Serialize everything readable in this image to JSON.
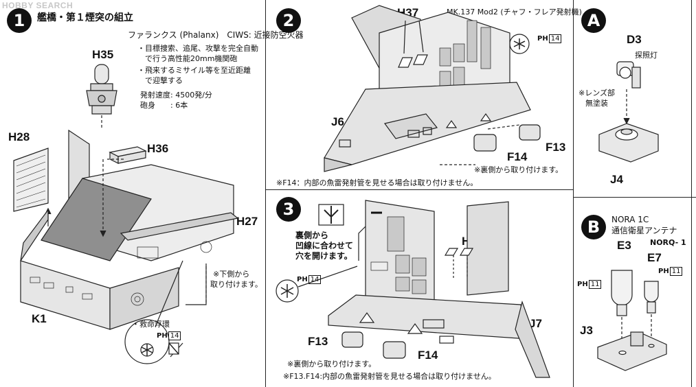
{
  "watermark": "HOBBY SEARCH",
  "step1": {
    "number": "1",
    "title": "艦橋・第１煙突の組立",
    "ciws_title": "ファランクス (Phalanx)　CIWS: 近接防空火器",
    "ciws_desc": [
      "・目標捜索、追尾、攻撃を完全自動",
      "　で行う高性能20mm機関砲",
      "・飛来するミサイル等を至近距離",
      "　で迎撃する"
    ],
    "spec_rate": "発射速度: 4500発/分",
    "spec_barrel": "砲身　　: 6本",
    "parts": [
      "H35",
      "H36",
      "H28",
      "H27",
      "K1"
    ],
    "note_below": [
      "※下側から",
      "取り付けます。"
    ],
    "lifebuoy": "・救命浮環",
    "paint_code": "14"
  },
  "step2": {
    "number": "2",
    "mk_title": "MK.137 Mod2 (チャフ・フレア発射機)",
    "parts": [
      "H37",
      "J6",
      "F14",
      "F13"
    ],
    "note_back": "※裏側から取り付けます。",
    "note_f14": "※F14：内部の魚雷発射管を見せる場合は取り付けません。",
    "paint_code": "14"
  },
  "stepA": {
    "letter": "A",
    "parts": [
      "D3",
      "J4"
    ],
    "searchlight": "探照灯",
    "note": [
      "※レンズ部",
      "無塗装"
    ]
  },
  "step3": {
    "number": "3",
    "drill_note": [
      "裏側から",
      "凹線に合わせて",
      "穴を開けます。"
    ],
    "parts": [
      "H38",
      "J7",
      "F13",
      "F14"
    ],
    "note_back": "※裏側から取り付けます。",
    "note_f13f14": "※F13.F14:内部の魚雷発射管を見せる場合は取り付けません。",
    "paint_code": "14"
  },
  "stepB": {
    "letter": "B",
    "nora_title": "NORA 1C",
    "nora_sub": "通信衛星アンテナ",
    "norq": "NORQ- 1",
    "parts": [
      "E3",
      "E7",
      "J3"
    ],
    "paint_code": "11"
  },
  "paint_prefix": "PH"
}
